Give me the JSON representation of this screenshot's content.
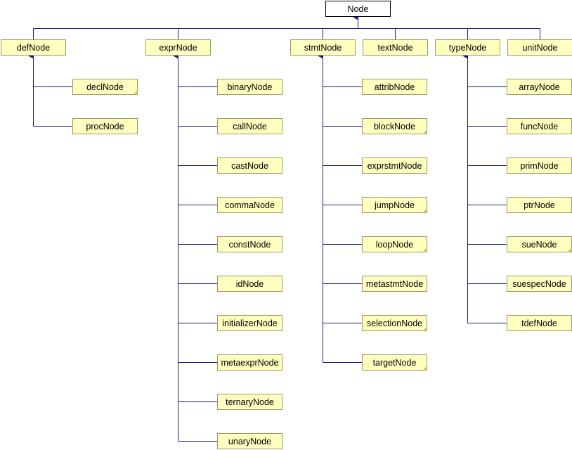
{
  "diagram": {
    "root": {
      "label": "Node"
    },
    "groups": [
      {
        "label": "defNode",
        "children": [
          {
            "label": "declNode",
            "folded": true
          },
          {
            "label": "procNode",
            "folded": false
          }
        ]
      },
      {
        "label": "exprNode",
        "children": [
          {
            "label": "binaryNode",
            "folded": false
          },
          {
            "label": "callNode",
            "folded": false
          },
          {
            "label": "castNode",
            "folded": false
          },
          {
            "label": "commaNode",
            "folded": false
          },
          {
            "label": "constNode",
            "folded": false
          },
          {
            "label": "idNode",
            "folded": false
          },
          {
            "label": "initializerNode",
            "folded": false
          },
          {
            "label": "metaexprNode",
            "folded": false
          },
          {
            "label": "ternaryNode",
            "folded": false
          },
          {
            "label": "unaryNode",
            "folded": false
          }
        ]
      },
      {
        "label": "stmtNode",
        "children": [
          {
            "label": "attribNode",
            "folded": false
          },
          {
            "label": "blockNode",
            "folded": true
          },
          {
            "label": "exprstmtNode",
            "folded": false
          },
          {
            "label": "jumpNode",
            "folded": true
          },
          {
            "label": "loopNode",
            "folded": true
          },
          {
            "label": "metastmtNode",
            "folded": false
          },
          {
            "label": "selectionNode",
            "folded": true
          },
          {
            "label": "targetNode",
            "folded": true
          }
        ]
      },
      {
        "label": "textNode",
        "children": []
      },
      {
        "label": "typeNode",
        "children": [
          {
            "label": "arrayNode",
            "folded": false
          },
          {
            "label": "funcNode",
            "folded": false
          },
          {
            "label": "primNode",
            "folded": false
          },
          {
            "label": "ptrNode",
            "folded": false
          },
          {
            "label": "sueNode",
            "folded": true
          },
          {
            "label": "suespecNode",
            "folded": false
          },
          {
            "label": "tdefNode",
            "folded": false
          }
        ]
      },
      {
        "label": "unitNode",
        "children": []
      }
    ]
  },
  "colors": {
    "node_fill": "#ffffc0",
    "node_border": "#9a9a5e",
    "root_fill": "#ffffff",
    "edge": "#1a1a80"
  }
}
